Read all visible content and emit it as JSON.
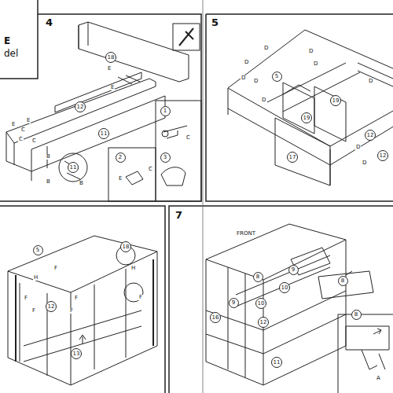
{
  "diagram": {
    "nodes": [
      {
        "text": [
          "18"
        ]
      },
      {
        "text": [
          "12"
        ]
      },
      {
        "text": [
          "11"
        ]
      },
      {
        "text": [
          "1"
        ]
      },
      {
        "text": [
          "2"
        ]
      },
      {
        "text": [
          "3"
        ]
      },
      {
        "text": [
          "11"
        ]
      },
      {
        "text": [
          "5"
        ]
      },
      {
        "text": [
          "19"
        ]
      },
      {
        "text": [
          "19"
        ]
      },
      {
        "text": [
          "12"
        ]
      },
      {
        "text": [
          "12"
        ]
      },
      {
        "text": [
          "17"
        ]
      },
      {
        "text": [
          "5"
        ]
      },
      {
        "text": [
          "18"
        ]
      },
      {
        "text": [
          "12"
        ]
      },
      {
        "text": [
          "13"
        ]
      },
      {
        "text": [
          "8"
        ]
      },
      {
        "text": [
          "9"
        ]
      },
      {
        "text": [
          "8"
        ]
      },
      {
        "text": [
          "10"
        ]
      },
      {
        "text": [
          "9"
        ]
      },
      {
        "text": [
          "10"
        ]
      },
      {
        "text": [
          "12"
        ]
      },
      {
        "text": [
          "16"
        ]
      },
      {
        "text": [
          "11"
        ]
      },
      {
        "text": [
          "8"
        ]
      }
    ],
    "labels": [
      "E",
      "del",
      "4",
      "5",
      "7",
      "FRONT",
      "E",
      "E",
      "E",
      "E",
      "C",
      "C",
      "C",
      "B",
      "B",
      "B",
      "C",
      "C",
      "E",
      "D",
      "D",
      "D",
      "D",
      "D",
      "D",
      "D",
      "D",
      "D",
      "D",
      "H",
      "F",
      "F",
      "F",
      "F",
      "H",
      "F",
      "F",
      "A"
    ]
  }
}
